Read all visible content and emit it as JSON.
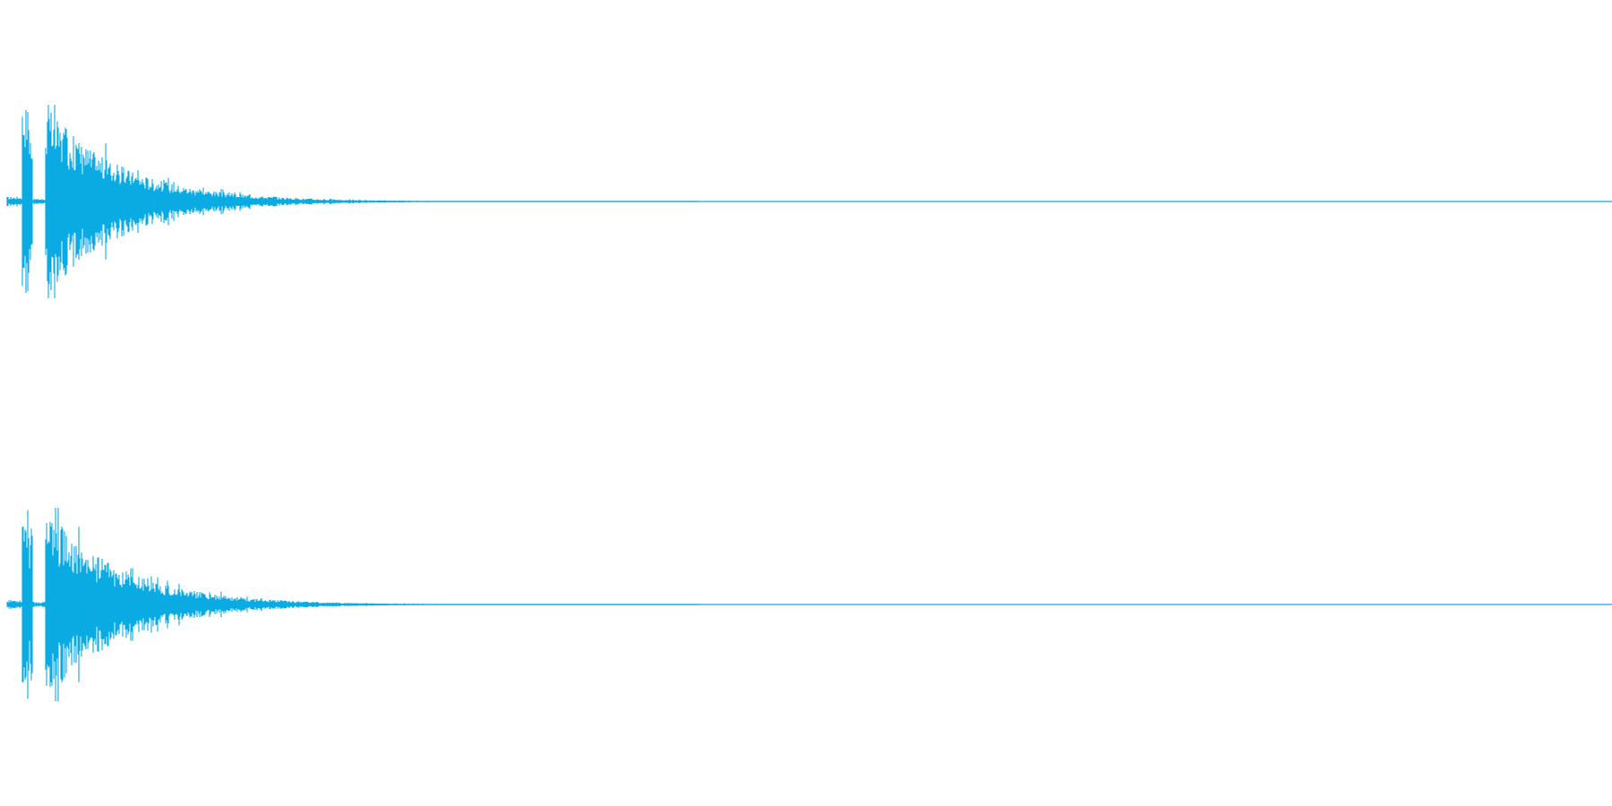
{
  "waveform": {
    "color": "#0aabe3",
    "background": "#ffffff",
    "channels": [
      {
        "id": "channel-1",
        "peak_fraction": 1.0
      },
      {
        "id": "channel-2",
        "peak_fraction": 1.0
      }
    ],
    "envelope": {
      "pre_click_fraction": 0.05,
      "first_transient_fraction": 1.0,
      "gap_fraction": 0.02,
      "main_attack_fraction": 1.0,
      "decay_shape": "exponential"
    }
  }
}
